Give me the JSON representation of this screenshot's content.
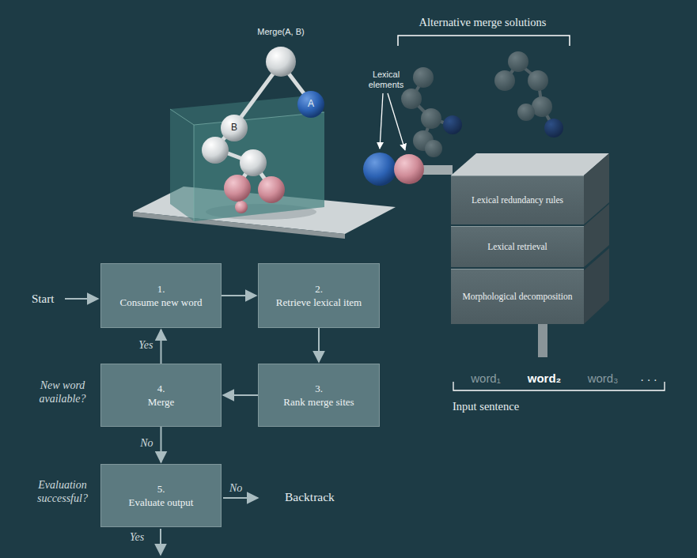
{
  "diagram": {
    "nodes": [
      {
        "text": [
          "1.",
          "Consume new word"
        ]
      },
      {
        "text": [
          "2.",
          "Retrieve lexical item"
        ]
      },
      {
        "text": [
          "3.",
          "Rank merge sites"
        ]
      },
      {
        "text": [
          "4.",
          "Merge"
        ]
      },
      {
        "text": [
          "5.",
          "Evaluate output"
        ]
      },
      {
        "text": [
          "Lexical redundancy rules"
        ]
      },
      {
        "text": [
          "Lexical retrieval"
        ]
      },
      {
        "text": [
          "Morphological decomposition"
        ]
      }
    ],
    "edges": [
      {
        "from": 0,
        "to": 1,
        "arrow": "to"
      },
      {
        "from": 1,
        "to": 2,
        "arrow": "to"
      },
      {
        "from": 2,
        "to": 3,
        "arrow": "to"
      },
      {
        "from": 3,
        "to": 0,
        "label": "Yes",
        "arrow": "to"
      },
      {
        "from": 3,
        "to": 4,
        "label": "No",
        "arrow": "to"
      }
    ],
    "labels": [
      "Merge(A, B)",
      "A",
      "B",
      "Alternative merge solutions",
      "Lexical elements",
      "Start",
      "New word available?",
      "Evaluation successful?",
      "No",
      "Backtrack",
      "Yes",
      "word₁",
      "word₂",
      "word₃",
      ". . .",
      "Input sentence"
    ]
  }
}
